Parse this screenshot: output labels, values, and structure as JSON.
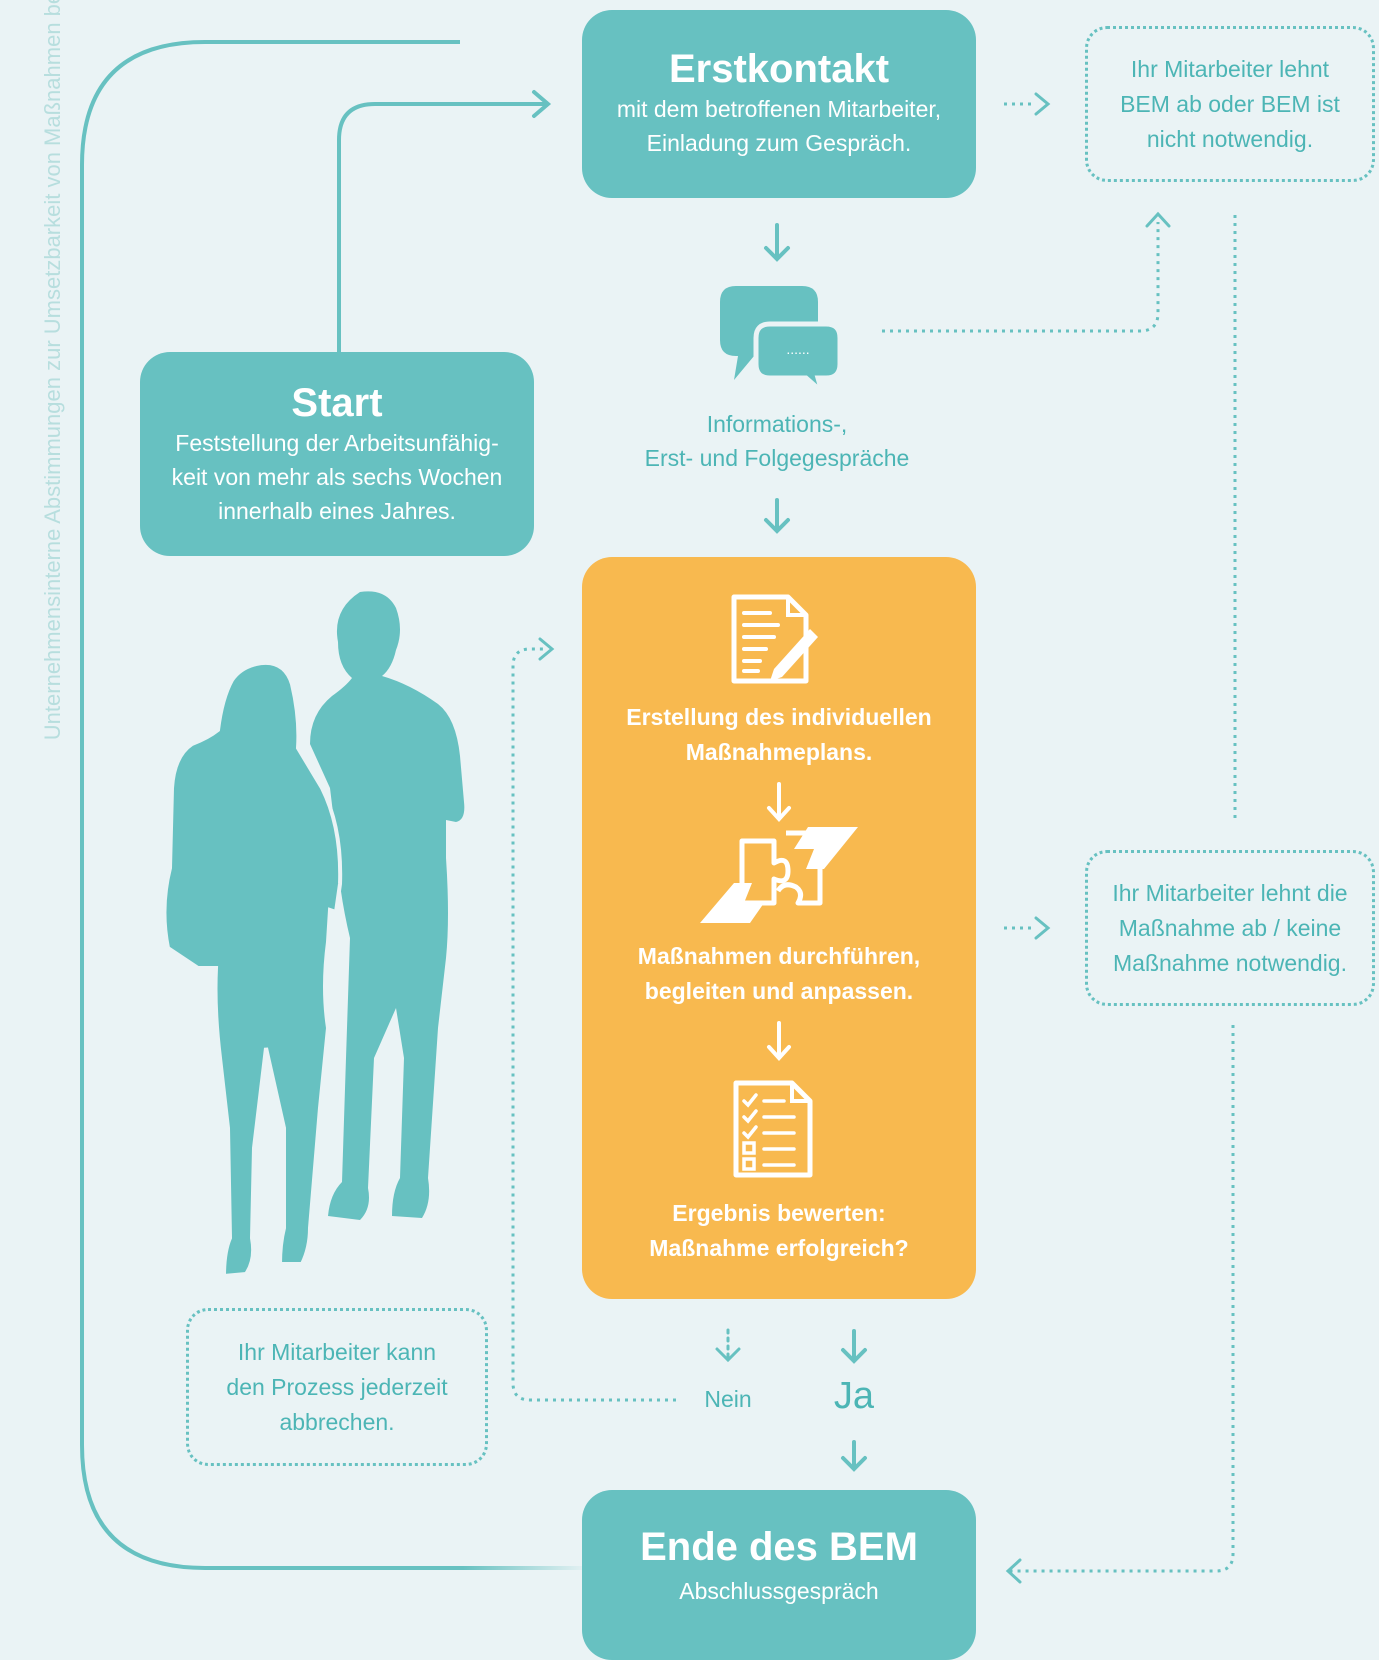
{
  "side_text": "Unternehmensinterne Abstimmungen zur Umsetzbarkeit von Maßnahmen begleiten den gesamten Prozess.",
  "start": {
    "title": "Start",
    "text": [
      "Feststellung der Arbeitsunfähig-",
      "keit von mehr als sechs Wochen",
      "innerhalb eines Jahres."
    ]
  },
  "erstkontakt": {
    "title": "Erstkontakt",
    "text": [
      "mit dem betroffenen Mitarbeiter,",
      "Einladung zum Gespräch."
    ]
  },
  "gespraeche": {
    "bubble_dots": "......",
    "label": [
      "Informations-,",
      "Erst- und Folgegespräche"
    ]
  },
  "plan": {
    "step1": [
      "Erstellung des individuellen",
      "Maßnahmeplans."
    ],
    "step2": [
      "Maßnahmen durchführen,",
      "begleiten und anpassen."
    ],
    "step3": [
      "Ergebnis bewerten:",
      "Maßnahme erfolgreich?"
    ]
  },
  "decision": {
    "nein": "Nein",
    "ja": "Ja"
  },
  "ende": {
    "title": "Ende des BEM",
    "text": "Abschlussgespräch"
  },
  "notes": {
    "lehnt_bem": [
      "Ihr Mitarbeiter lehnt",
      "BEM ab oder BEM ist",
      "nicht notwendig."
    ],
    "lehnt_massnahme": [
      "Ihr Mitarbeiter lehnt die",
      "Maßnahme ab / keine",
      "Maßnahme notwendig."
    ],
    "abbrechen": [
      "Ihr Mitarbeiter kann",
      "den Prozess jederzeit",
      "abbrechen."
    ]
  },
  "colors": {
    "teal": "#67c1c1",
    "orange": "#f8b94f",
    "background": "#eaf3f5"
  }
}
